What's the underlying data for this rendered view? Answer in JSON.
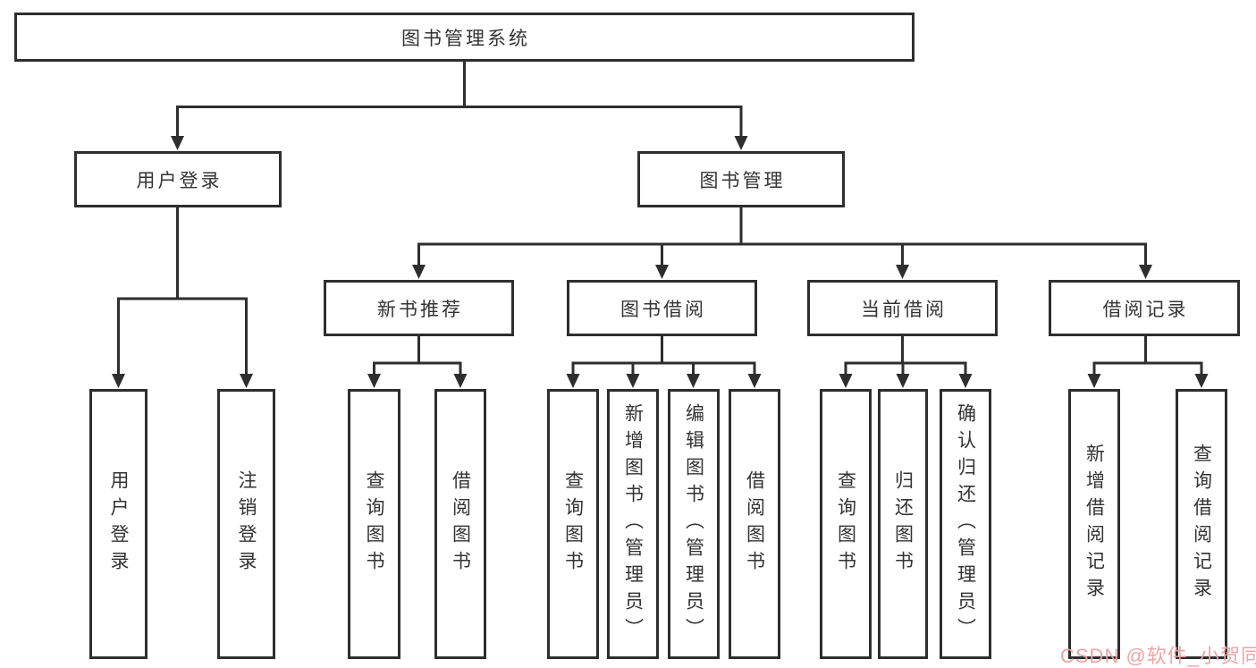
{
  "diagram": {
    "root": {
      "label": "图书管理系统"
    },
    "level2": [
      {
        "label": "用户登录"
      },
      {
        "label": "图书管理"
      }
    ],
    "level3": [
      {
        "label": "新书推荐"
      },
      {
        "label": "图书借阅"
      },
      {
        "label": "当前借阅"
      },
      {
        "label": "借阅记录"
      }
    ],
    "leaves": {
      "user_login": [
        "用户登录",
        "注销登录"
      ],
      "new_book": [
        "查询图书",
        "借阅图书"
      ],
      "book_borrow": [
        "查询图书",
        "新增图书（管理员）",
        "编辑图书（管理员）",
        "借阅图书"
      ],
      "current_borrow": [
        "查询图书",
        "归还图书",
        "确认归还（管理员）"
      ],
      "borrow_records": [
        "新增借阅记录",
        "查询借阅记录"
      ]
    }
  },
  "watermark": {
    "text": "CSDN @软件_小贺同学",
    "color": "#eba0a0"
  },
  "colors": {
    "line": "#2e2e2e",
    "text": "#333333",
    "background": "#ffffff"
  }
}
